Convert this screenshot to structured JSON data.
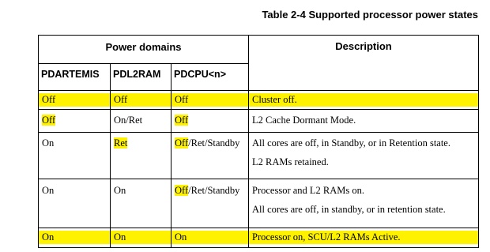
{
  "caption": "Table 2-4  Supported processor power states",
  "header": {
    "power_domains": "Power domains",
    "description": "Description",
    "col1": "PDARTEMIS",
    "col2": "PDL2RAM",
    "col3": "PDCPU<n>"
  },
  "rows": [
    {
      "c1": "Off",
      "c2": "Off",
      "c3": "Off",
      "desc1": "Cluster off.",
      "desc2": ""
    },
    {
      "c1": "Off",
      "c2": "On/Ret",
      "c3": "Off",
      "desc1": "L2 Cache Dormant Mode.",
      "desc2": ""
    },
    {
      "c1": "On",
      "c2": "Ret",
      "c3_hl": "Off",
      "c3_rest": "/Ret/Standby",
      "desc1": "All cores are off, in Standby, or in Retention state.",
      "desc2": "L2 RAMs retained."
    },
    {
      "c1": "On",
      "c2": "On",
      "c3_hl": "Off",
      "c3_rest": "/Ret/Standby",
      "desc1": "Processor and L2 RAMs on.",
      "desc2": "All cores are off, in standby, or in retention state."
    },
    {
      "c1": "On",
      "c2": "On",
      "c3": "On",
      "desc1": "Processor on, SCU/L2 RAMs Active.",
      "desc2": ""
    }
  ],
  "colors": {
    "highlight": "#fff200"
  }
}
